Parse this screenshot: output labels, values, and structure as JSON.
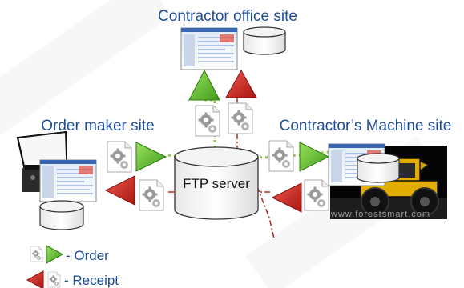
{
  "sites": {
    "contractor_office": "Contractor office site",
    "order_maker": "Order maker site",
    "contractor_machine": "Contractor’s Machine site"
  },
  "server": {
    "label": "FTP server"
  },
  "legend": {
    "order": "- Order",
    "receipt": "- Receipt"
  },
  "watermark": "www.forestsmart.com",
  "colors": {
    "site_text": "#1f4e99",
    "order_green": "#5fb52f",
    "receipt_red": "#c81e22",
    "order_path": "#8cc63f",
    "receipt_path": "#b3261e"
  },
  "icons": {
    "order": "green-triangle-arrow",
    "receipt": "red-triangle-arrow",
    "document": "gear-document-icon",
    "database": "cylinder-database-icon",
    "screen": "computer-screen-icon",
    "fax": "fax-machine-icon",
    "machine": "forest-machine-photo"
  }
}
